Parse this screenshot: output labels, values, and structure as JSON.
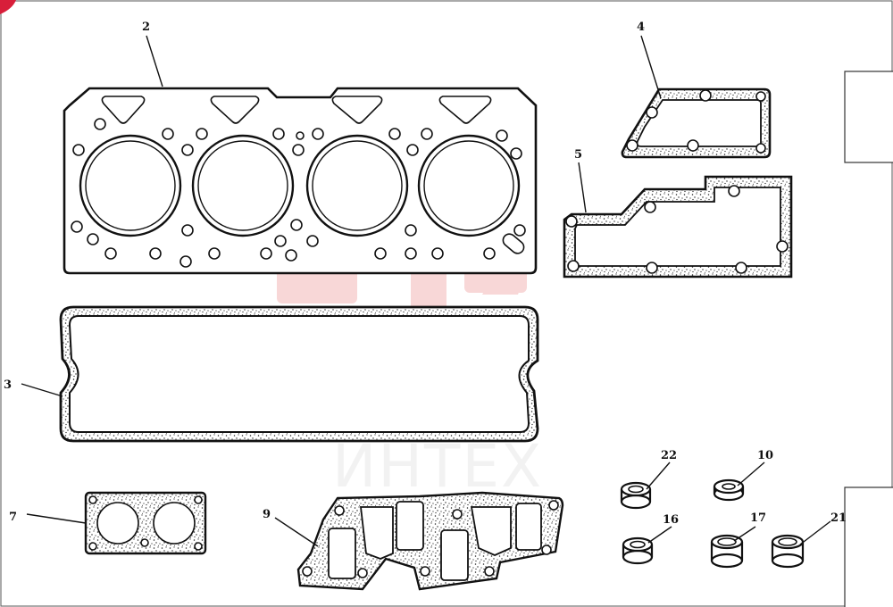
{
  "watermark": {
    "text": "ИНТЕХ",
    "color": "#f3b7b7"
  },
  "callouts": [
    "2",
    "4",
    "5",
    "3",
    "7",
    "9",
    "22",
    "10",
    "16",
    "17",
    "21"
  ]
}
